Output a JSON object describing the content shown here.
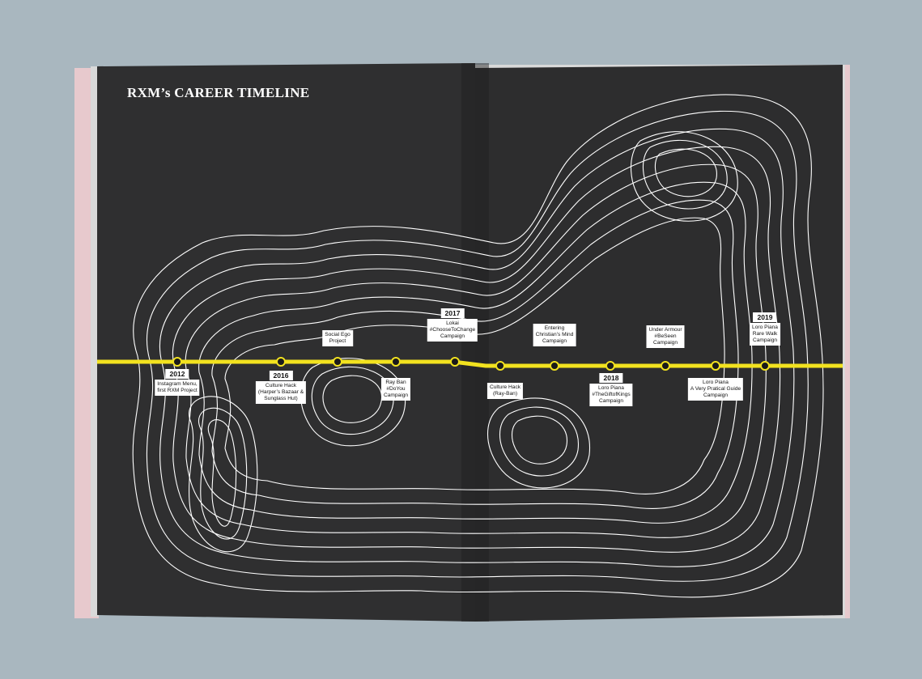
{
  "title": "RXM’s CAREER TIMELINE",
  "colors": {
    "background": "#a9b7bf",
    "page": "#2f2f30",
    "book_edge": "#e7c9cd",
    "timeline": "#f2e21f",
    "contour": "#ffffff"
  },
  "events": [
    {
      "year": "2012",
      "label": "Instagram Menu,\nfirst RXM Project"
    },
    {
      "year": "2016",
      "label": "Culture Hack\n(Harper’s Bazaar &\nSunglass Hut)"
    },
    {
      "year": "",
      "label": "Social Ego\nProject"
    },
    {
      "year": "",
      "label": "Ray Ban\n#DoYou\nCampaign"
    },
    {
      "year": "2017",
      "label": "Lokai\n#ChooseToChange\nCampaign"
    },
    {
      "year": "",
      "label": "Culture Hack\n(Ray-Ban)"
    },
    {
      "year": "",
      "label": "Entering\nChristian’s Mind\nCampaign"
    },
    {
      "year": "2018",
      "label": "Loro Piana\n#TheGiftofKings\nCampaign"
    },
    {
      "year": "",
      "label": "Under Armour\n#BeSeen\nCampaign"
    },
    {
      "year": "",
      "label": "Loro Piana\nA Very Pratical Guide\nCampaign"
    },
    {
      "year": "2019",
      "label": "Loro Piana\nRare Walk\nCampaign"
    }
  ]
}
